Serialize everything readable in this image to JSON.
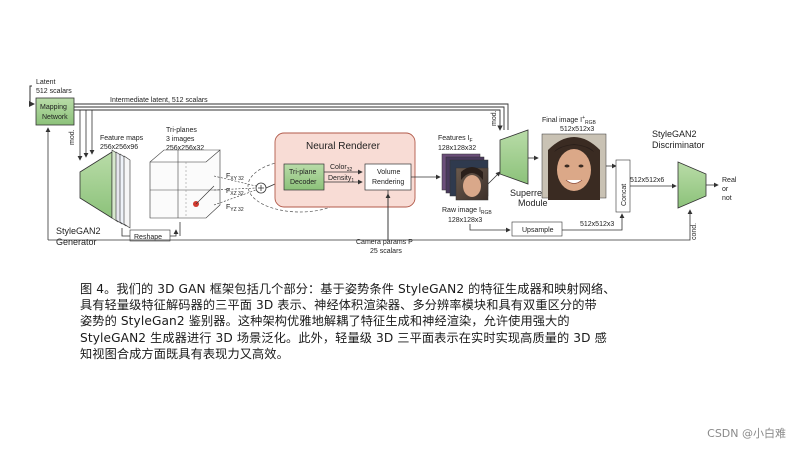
{
  "diagram": {
    "latent": "Latent",
    "latent_dim": "512 scalars",
    "mapping_1": "Mapping",
    "mapping_2": "Network",
    "intermediate": "Intermediate latent, 512 scalars",
    "mod1": "mod.",
    "mod2": "mod.",
    "feature_maps": "Feature maps",
    "feature_maps_dim": "256x256x96",
    "triplanes": "Tri-planes",
    "triplanes_n": "3 images",
    "triplanes_dim": "256x256x32",
    "generator_1": "StyleGAN2",
    "generator_2": "Generator",
    "reshape": "Reshape",
    "f_xy": "F",
    "f_xy_sub": "XY 32",
    "f_xz": "F",
    "f_xz_sub": "XZ 32",
    "f_yz": "F",
    "f_yz_sub": "YZ 32",
    "neural_renderer": "Neural Renderer",
    "decoder_1": "Tri-plane",
    "decoder_2": "Decoder",
    "color": "Color",
    "color_sub": "32",
    "density": "Density",
    "density_sub": "1",
    "volume_1": "Volume",
    "volume_2": "Rendering",
    "features_1": "Features I",
    "features_sub": "F",
    "features_2": "128x128x32",
    "raw_1": "Raw image I",
    "raw_sub": "RGB",
    "raw_2": "128x128x3",
    "superres_1": "Superres.",
    "superres_2": "Module",
    "final_1": "Final image I",
    "final_sub": "RGB",
    "final_sup": "+",
    "final_2": "512x512x3",
    "concat": "Concat",
    "concat_dim": "512x512x6",
    "upsample": "Upsample",
    "upsample_dim": "512x512x3",
    "disc_1": "StyleGAN2",
    "disc_2": "Discriminator",
    "out_1": "Real",
    "out_2": "or",
    "out_3": "not",
    "cond": "cond.",
    "camera_1": "Camera params P",
    "camera_2": "25 scalars"
  },
  "caption_lines": [
    "图 4。我们的 3D GAN 框架包括几个部分：基于姿势条件 StyleGAN2 的特征生成器和映射网络、",
    "具有轻量级特征解码器的三平面 3D 表示、神经体积渲染器、多分辨率模块和具有双重区分的带",
    "姿势的 StyleGan2 鉴别器。这种架构优雅地解耦了特征生成和神经渲染，允许使用强大的",
    "StyleGAN2 生成器进行 3D 场景泛化。此外，轻量级 3D 三平面表示在实时实现高质量的 3D 感",
    "知视图合成方面既具有表现力又高效。"
  ],
  "watermark": "CSDN @小白难"
}
